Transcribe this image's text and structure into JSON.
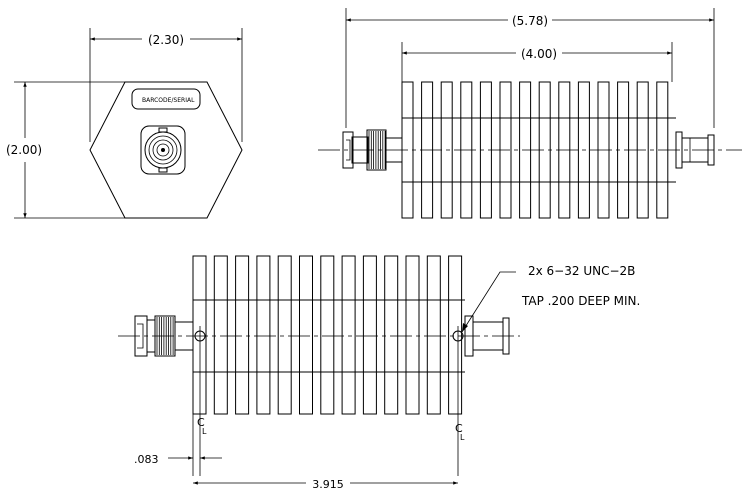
{
  "dimensions": {
    "front_width": "(2.30)",
    "front_height": "(2.00)",
    "overall_length": "(5.78)",
    "body_length": "(4.00)",
    "edge_offset": ".083",
    "hole_spacing": "3.915"
  },
  "front_view": {
    "label_plate": "BARCODE/SERIAL"
  },
  "callout": {
    "line1": "2x 6−32 UNC−2B",
    "line2": "TAP .200 DEEP MIN."
  },
  "centerline_symbol": "C",
  "centerline_symbol_sub": "L"
}
